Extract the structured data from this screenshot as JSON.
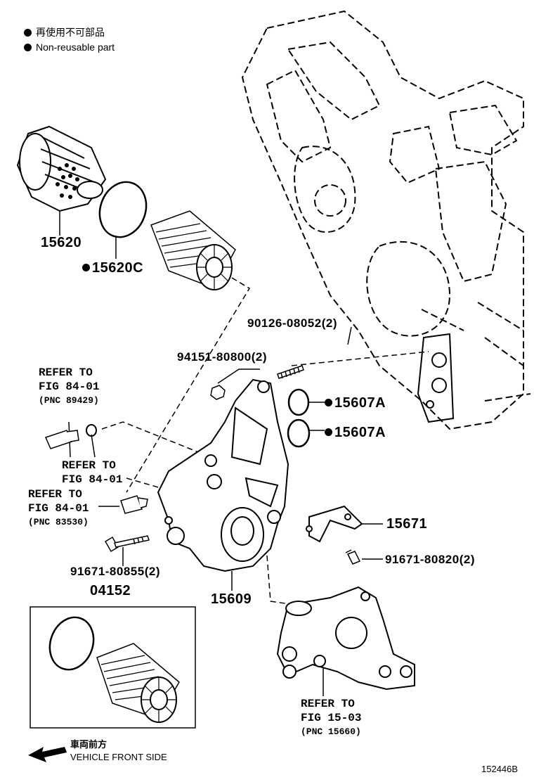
{
  "legend": {
    "non_reusable_jp": "再使用不可部品",
    "non_reusable_en": "Non-reusable part"
  },
  "parts": {
    "p15620": "15620",
    "p15620C": "15620C",
    "p90126": "90126-08052(2)",
    "p94151": "94151-80800(2)",
    "p15607A_1": "15607A",
    "p15607A_2": "15607A",
    "p15671": "15671",
    "p91671_80820": "91671-80820(2)",
    "p91671_80855": "91671-80855(2)",
    "p15609": "15609",
    "p04152": "04152"
  },
  "refs": {
    "r1_line1": "REFER TO",
    "r1_line2": "FIG 84-01",
    "r1_pnc": "(PNC 89429)",
    "r2_line1": "REFER TO",
    "r2_line2": "FIG 84-01",
    "r3_line1": "REFER TO",
    "r3_line2": "FIG 84-01",
    "r3_pnc": "(PNC 83530)",
    "r4_line1": "REFER TO",
    "r4_line2": "FIG 15-03",
    "r4_pnc": "(PNC 15660)"
  },
  "direction": {
    "jp": "車両前方",
    "en": "VEHICLE FRONT SIDE",
    "icon": "arrow-left-icon"
  },
  "figure_id": "152446B",
  "colors": {
    "ink": "#000000",
    "paper": "#ffffff"
  }
}
